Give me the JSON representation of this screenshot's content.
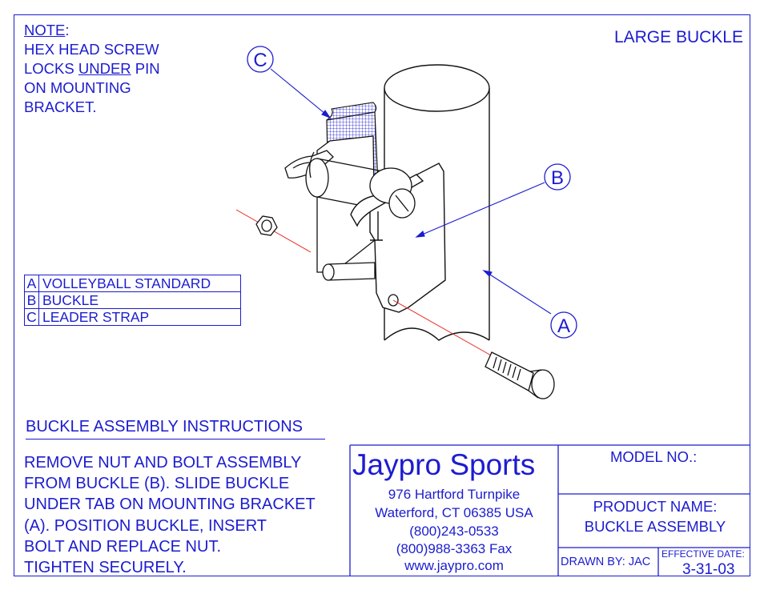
{
  "note": {
    "heading": "NOTE",
    "heading_suffix": ":",
    "line1": "HEX HEAD SCREW",
    "line2_pre": "LOCKS ",
    "line2_u": "UNDER",
    "line2_post": " PIN",
    "line3": "ON MOUNTING",
    "line4": "BRACKET."
  },
  "drawing_title": "LARGE BUCKLE",
  "callouts": {
    "a": "A",
    "b": "B",
    "c": "C"
  },
  "legend": [
    {
      "key": "A",
      "label": "VOLLEYBALL STANDARD"
    },
    {
      "key": "B",
      "label": "BUCKLE"
    },
    {
      "key": "C",
      "label": "LEADER STRAP"
    }
  ],
  "instructions": {
    "heading": "BUCKLE ASSEMBLY INSTRUCTIONS",
    "lines": [
      "REMOVE NUT AND BOLT ASSEMBLY",
      "FROM BUCKLE (B).  SLIDE BUCKLE",
      "UNDER TAB ON MOUNTING BRACKET",
      "(A).  POSITION BUCKLE, INSERT",
      "BOLT AND REPLACE NUT.",
      "TIGHTEN SECURELY."
    ]
  },
  "title_block": {
    "company": "Jaypro Sports",
    "address1": "976 Hartford Turnpike",
    "address2": "Waterford, CT 06385 USA",
    "phone": "(800)243-0533",
    "fax": "(800)988-3363 Fax",
    "web": "www.jaypro.com",
    "model_label": "MODEL NO.:",
    "product_label": "PRODUCT NAME:",
    "product_name": "BUCKLE ASSEMBLY",
    "drawn_by": "DRAWN BY: JAC",
    "effective_label": "EFFECTIVE DATE:",
    "effective_date": "3-31-03"
  },
  "colors": {
    "ink": "#1c1cd0",
    "line": "#111111",
    "centerline": "#e8251c"
  }
}
